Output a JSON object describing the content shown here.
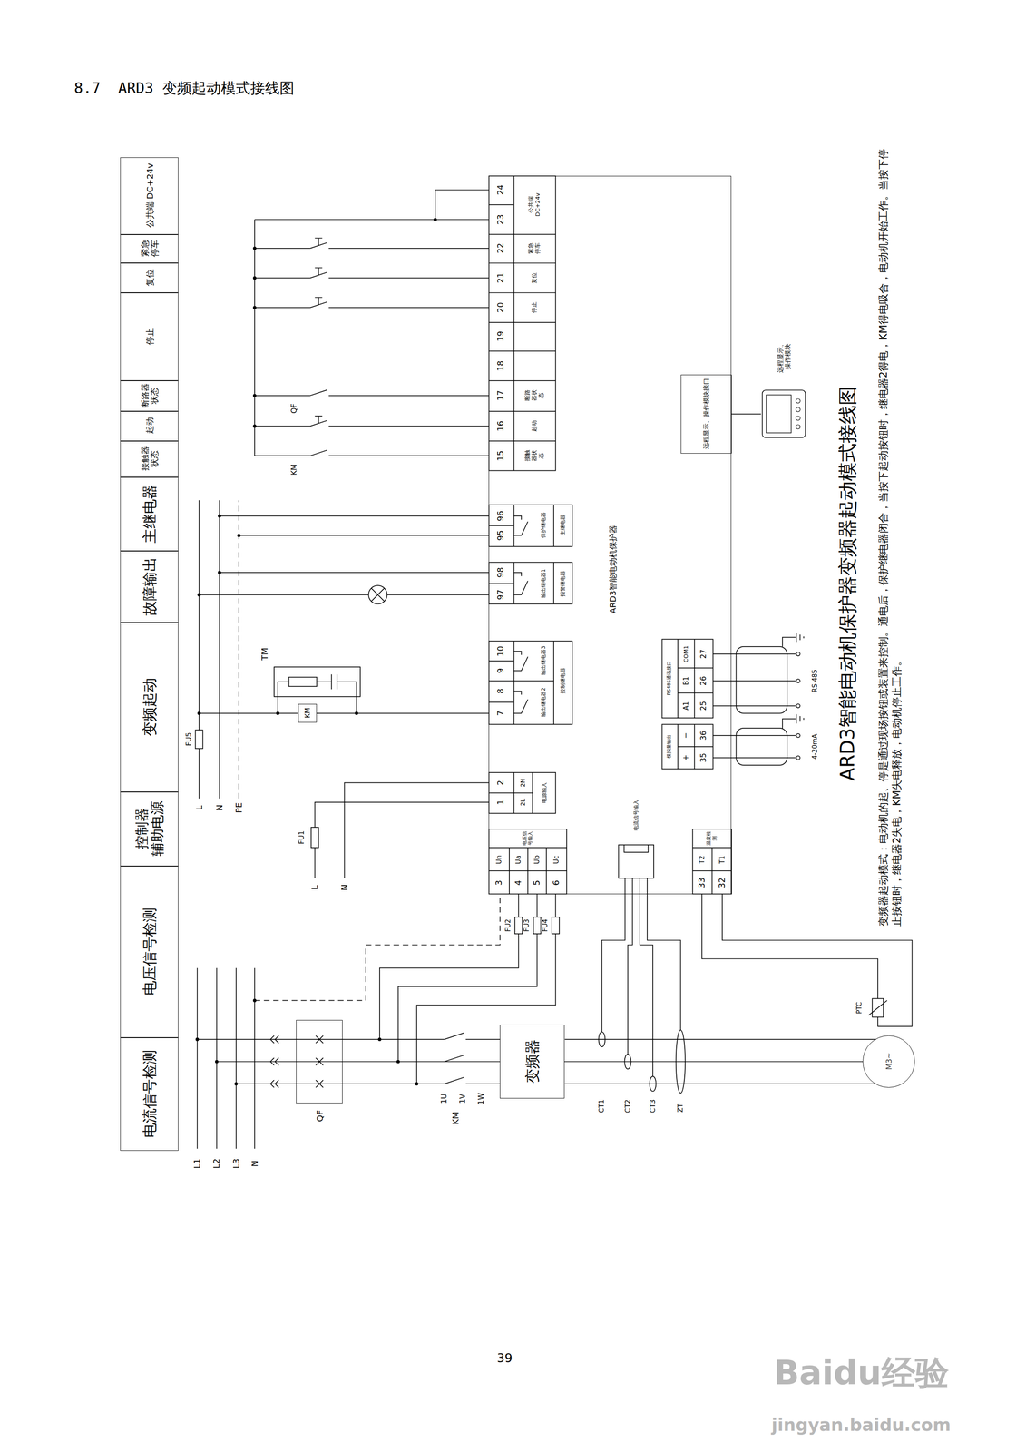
{
  "diagram": {
    "title": "8.7  ARD3 变频起动模式接线图",
    "caption": "ARD3智能电动机保护器变频器起动模式接线图",
    "nodes": [
      {
        "text": [
          "电流信号检测"
        ]
      },
      {
        "text": [
          "电压信号检测"
        ]
      },
      {
        "text": [
          "控制器 辅助电源"
        ]
      },
      {
        "text": [
          "变频起动"
        ]
      },
      {
        "text": [
          "故障输出"
        ]
      },
      {
        "text": [
          "主继电器"
        ]
      },
      {
        "text": [
          "接触器状态"
        ]
      },
      {
        "text": [
          "起动"
        ]
      },
      {
        "text": [
          "断路器状态"
        ]
      },
      {
        "text": [
          "停止"
        ]
      },
      {
        "text": [
          "复位"
        ]
      },
      {
        "text": [
          "紧急停车"
        ]
      },
      {
        "text": [
          "公共端 DC+24v"
        ]
      },
      {
        "text": [
          "QF"
        ]
      },
      {
        "text": [
          "变频器"
        ]
      },
      {
        "text": [
          "M3~"
        ]
      },
      {
        "text": [
          "ARD3智能电动机保护器"
        ]
      },
      {
        "text": [
          "远程显示、操作模块接口"
        ],
        "in": 16
      },
      {
        "text": [
          "远程显示、操作模块"
        ]
      },
      {
        "text": [
          "KM"
        ]
      }
    ],
    "edges": [
      {
        "from": 13,
        "to": 14,
        "arrow": "none"
      },
      {
        "from": 14,
        "to": 15,
        "arrow": "none"
      },
      {
        "from": 17,
        "to": 18,
        "arrow": "none"
      }
    ],
    "labels": [
      "L1",
      "L2",
      "L3",
      "N",
      "KM",
      "1U",
      "1V",
      "1W",
      "CT1",
      "CT2",
      "CT3",
      "ZT",
      "PTC",
      "FU2",
      "FU3",
      "FU4",
      "L",
      "N",
      "FU1",
      "L",
      "N",
      "PE",
      "FU5",
      "TM",
      "QF",
      "KM",
      "24",
      "23",
      "22",
      "21",
      "20",
      "19",
      "18",
      "17",
      "16",
      "15",
      "公共端 DC+24v",
      "紧急停车",
      "复位",
      "停止",
      "断路器状态",
      "起动",
      "接触器状态",
      "96",
      "95",
      "保护继电器",
      "主继电器",
      "98",
      "97",
      "输出继电器1",
      "报警继电器",
      "10",
      "9",
      "8",
      "7",
      "输出继电器3",
      "输出继电器2",
      "控制继电器",
      "2",
      "1",
      "2N",
      "2L",
      "电源输入",
      "3",
      "4",
      "5",
      "6",
      "Un",
      "Ua",
      "Ub",
      "Uc",
      "电压信号输入",
      "33",
      "32",
      "T2",
      "T1",
      "温度检测",
      "电流信号输入",
      "模拟量输出",
      "+",
      "−",
      "35",
      "36",
      "4-20mA",
      "RS485通讯接口",
      "A1",
      "B1",
      "COM1",
      "25",
      "26",
      "27",
      "RS 485",
      "变频器起动模式：电动机的起、停是通过现场按钮或装置来控制。通电后，保护继电器闭合，当按下起动按钮时，继电器2得电，KM得电吸合，电动机开始工作。当按下停止按钮时，继电器2失电，KM失电释放，电动机停止工作。",
      "39",
      "Baidu经验",
      "jingyan.baidu.com"
    ]
  }
}
